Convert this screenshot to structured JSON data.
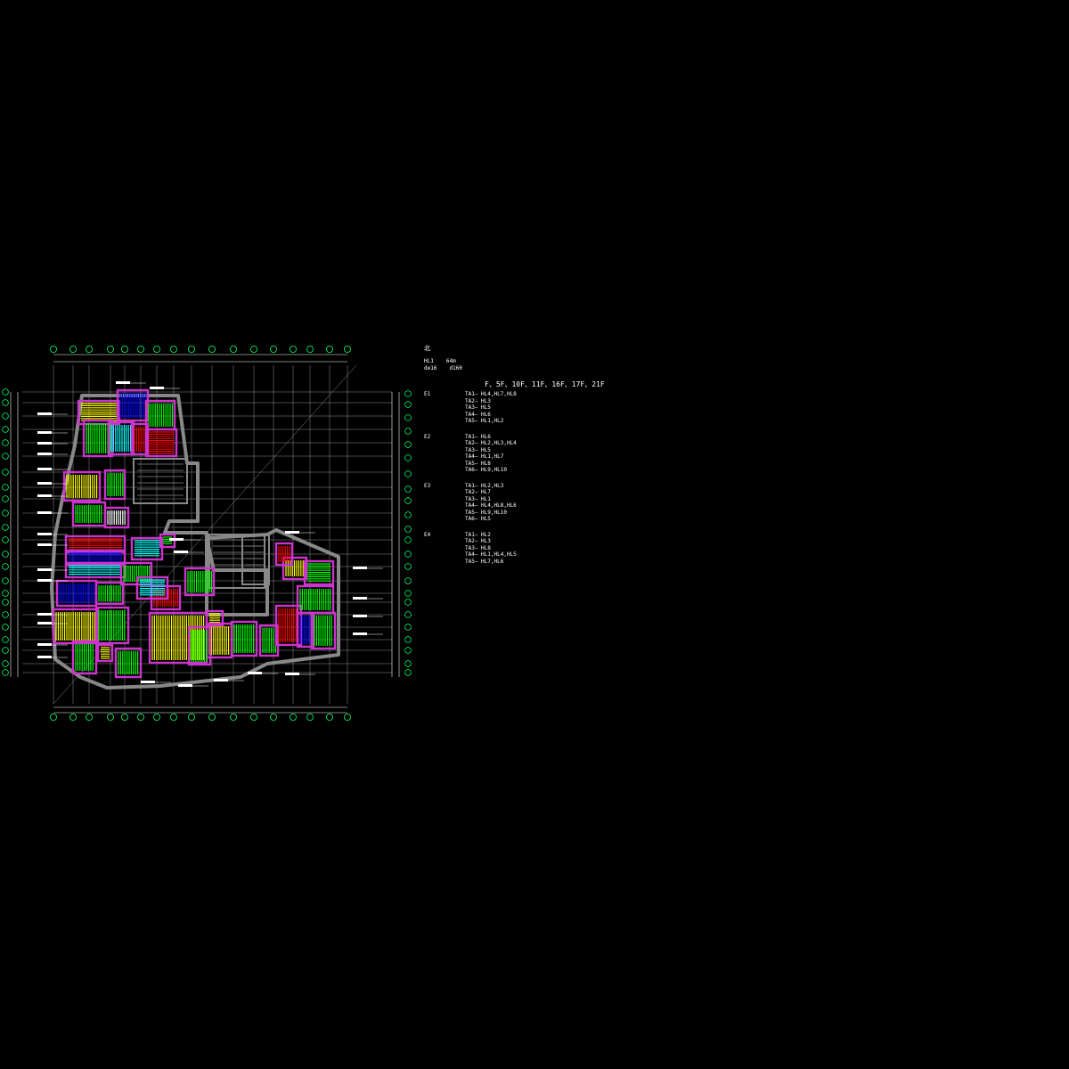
{
  "drawing": {
    "background": "#000000",
    "wall_color": "#888888",
    "zone_outline_color": "#cc33cc",
    "grid_color": "#ffffff",
    "axis_bubble_color": "#00ff66",
    "coil_colors": [
      "#ffff00",
      "#00ff00",
      "#00ffff",
      "#ff0000",
      "#0000ff",
      "#ffffff"
    ]
  },
  "legend": {
    "north": "北",
    "hl_label": "HL1",
    "hl_length": "64m",
    "hl_spec_a": "de16",
    "hl_spec_b": "d160",
    "floors_line": "F、5F、10F、11F、16F、17F、21F",
    "groups": [
      {
        "title": "E1",
        "rows": [
          "TA1— HL4,HL7,HL8",
          "TA2— HL3",
          "TA3— HL5",
          "TA4— HL6",
          "TA5— HL1,HL2"
        ]
      },
      {
        "title": "E2",
        "rows": [
          "TA1— HL6",
          "TA2— HL2,HL3,HL4",
          "TA3— HL5",
          "TA4— HL1,HL7",
          "TA5— HL8",
          "TA6— HL9,HL10"
        ]
      },
      {
        "title": "E3",
        "rows": [
          "TA1— HL2,HL3",
          "TA2— HL7",
          "TA3— HL1",
          "TA4— HL4,HL8,HL6",
          "TA5— HL9,HL10",
          "TA6— HL5"
        ]
      },
      {
        "title": "E4",
        "rows": [
          "TA1— HL2",
          "TA2— HL3",
          "TA3— HL8",
          "TA4— HL1,HL4,HL5",
          "TA5— HL7,HL6"
        ]
      }
    ]
  }
}
